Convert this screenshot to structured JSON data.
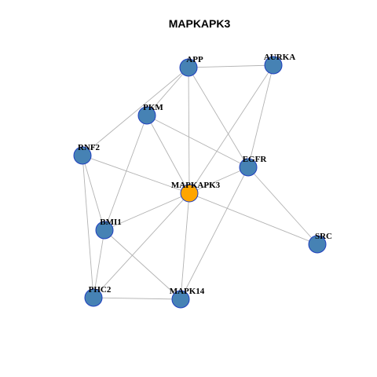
{
  "title": "MAPKAPK3",
  "colors": {
    "node_default": "#4682b4",
    "node_center": "#ffa500",
    "node_border_default": "#1f3fbf",
    "node_border_center": "#c0392b",
    "edge": "#b3b3b3"
  },
  "nodes": [
    {
      "id": "APP",
      "label": "APP",
      "center": false
    },
    {
      "id": "AURKA",
      "label": "AURKA",
      "center": false
    },
    {
      "id": "PKM",
      "label": "PKM",
      "center": false
    },
    {
      "id": "RNF2",
      "label": "RNF2",
      "center": false
    },
    {
      "id": "EGFR",
      "label": "EGFR",
      "center": false
    },
    {
      "id": "MAPKAPK3",
      "label": "MAPKAPK3",
      "center": true
    },
    {
      "id": "BMI1",
      "label": "BMI1",
      "center": false
    },
    {
      "id": "SRC",
      "label": "SRC",
      "center": false
    },
    {
      "id": "PHC2",
      "label": "PHC2",
      "center": false
    },
    {
      "id": "MAPK14",
      "label": "MAPK14",
      "center": false
    }
  ],
  "edges": [
    [
      "APP",
      "AURKA"
    ],
    [
      "APP",
      "PKM"
    ],
    [
      "APP",
      "RNF2"
    ],
    [
      "APP",
      "MAPKAPK3"
    ],
    [
      "APP",
      "EGFR"
    ],
    [
      "AURKA",
      "MAPKAPK3"
    ],
    [
      "AURKA",
      "EGFR"
    ],
    [
      "PKM",
      "EGFR"
    ],
    [
      "PKM",
      "MAPKAPK3"
    ],
    [
      "PKM",
      "BMI1"
    ],
    [
      "RNF2",
      "MAPKAPK3"
    ],
    [
      "RNF2",
      "BMI1"
    ],
    [
      "RNF2",
      "PHC2"
    ],
    [
      "EGFR",
      "MAPKAPK3"
    ],
    [
      "EGFR",
      "SRC"
    ],
    [
      "EGFR",
      "MAPK14"
    ],
    [
      "MAPKAPK3",
      "BMI1"
    ],
    [
      "MAPKAPK3",
      "SRC"
    ],
    [
      "MAPKAPK3",
      "PHC2"
    ],
    [
      "MAPKAPK3",
      "MAPK14"
    ],
    [
      "BMI1",
      "PHC2"
    ],
    [
      "BMI1",
      "MAPK14"
    ],
    [
      "PHC2",
      "MAPK14"
    ]
  ]
}
